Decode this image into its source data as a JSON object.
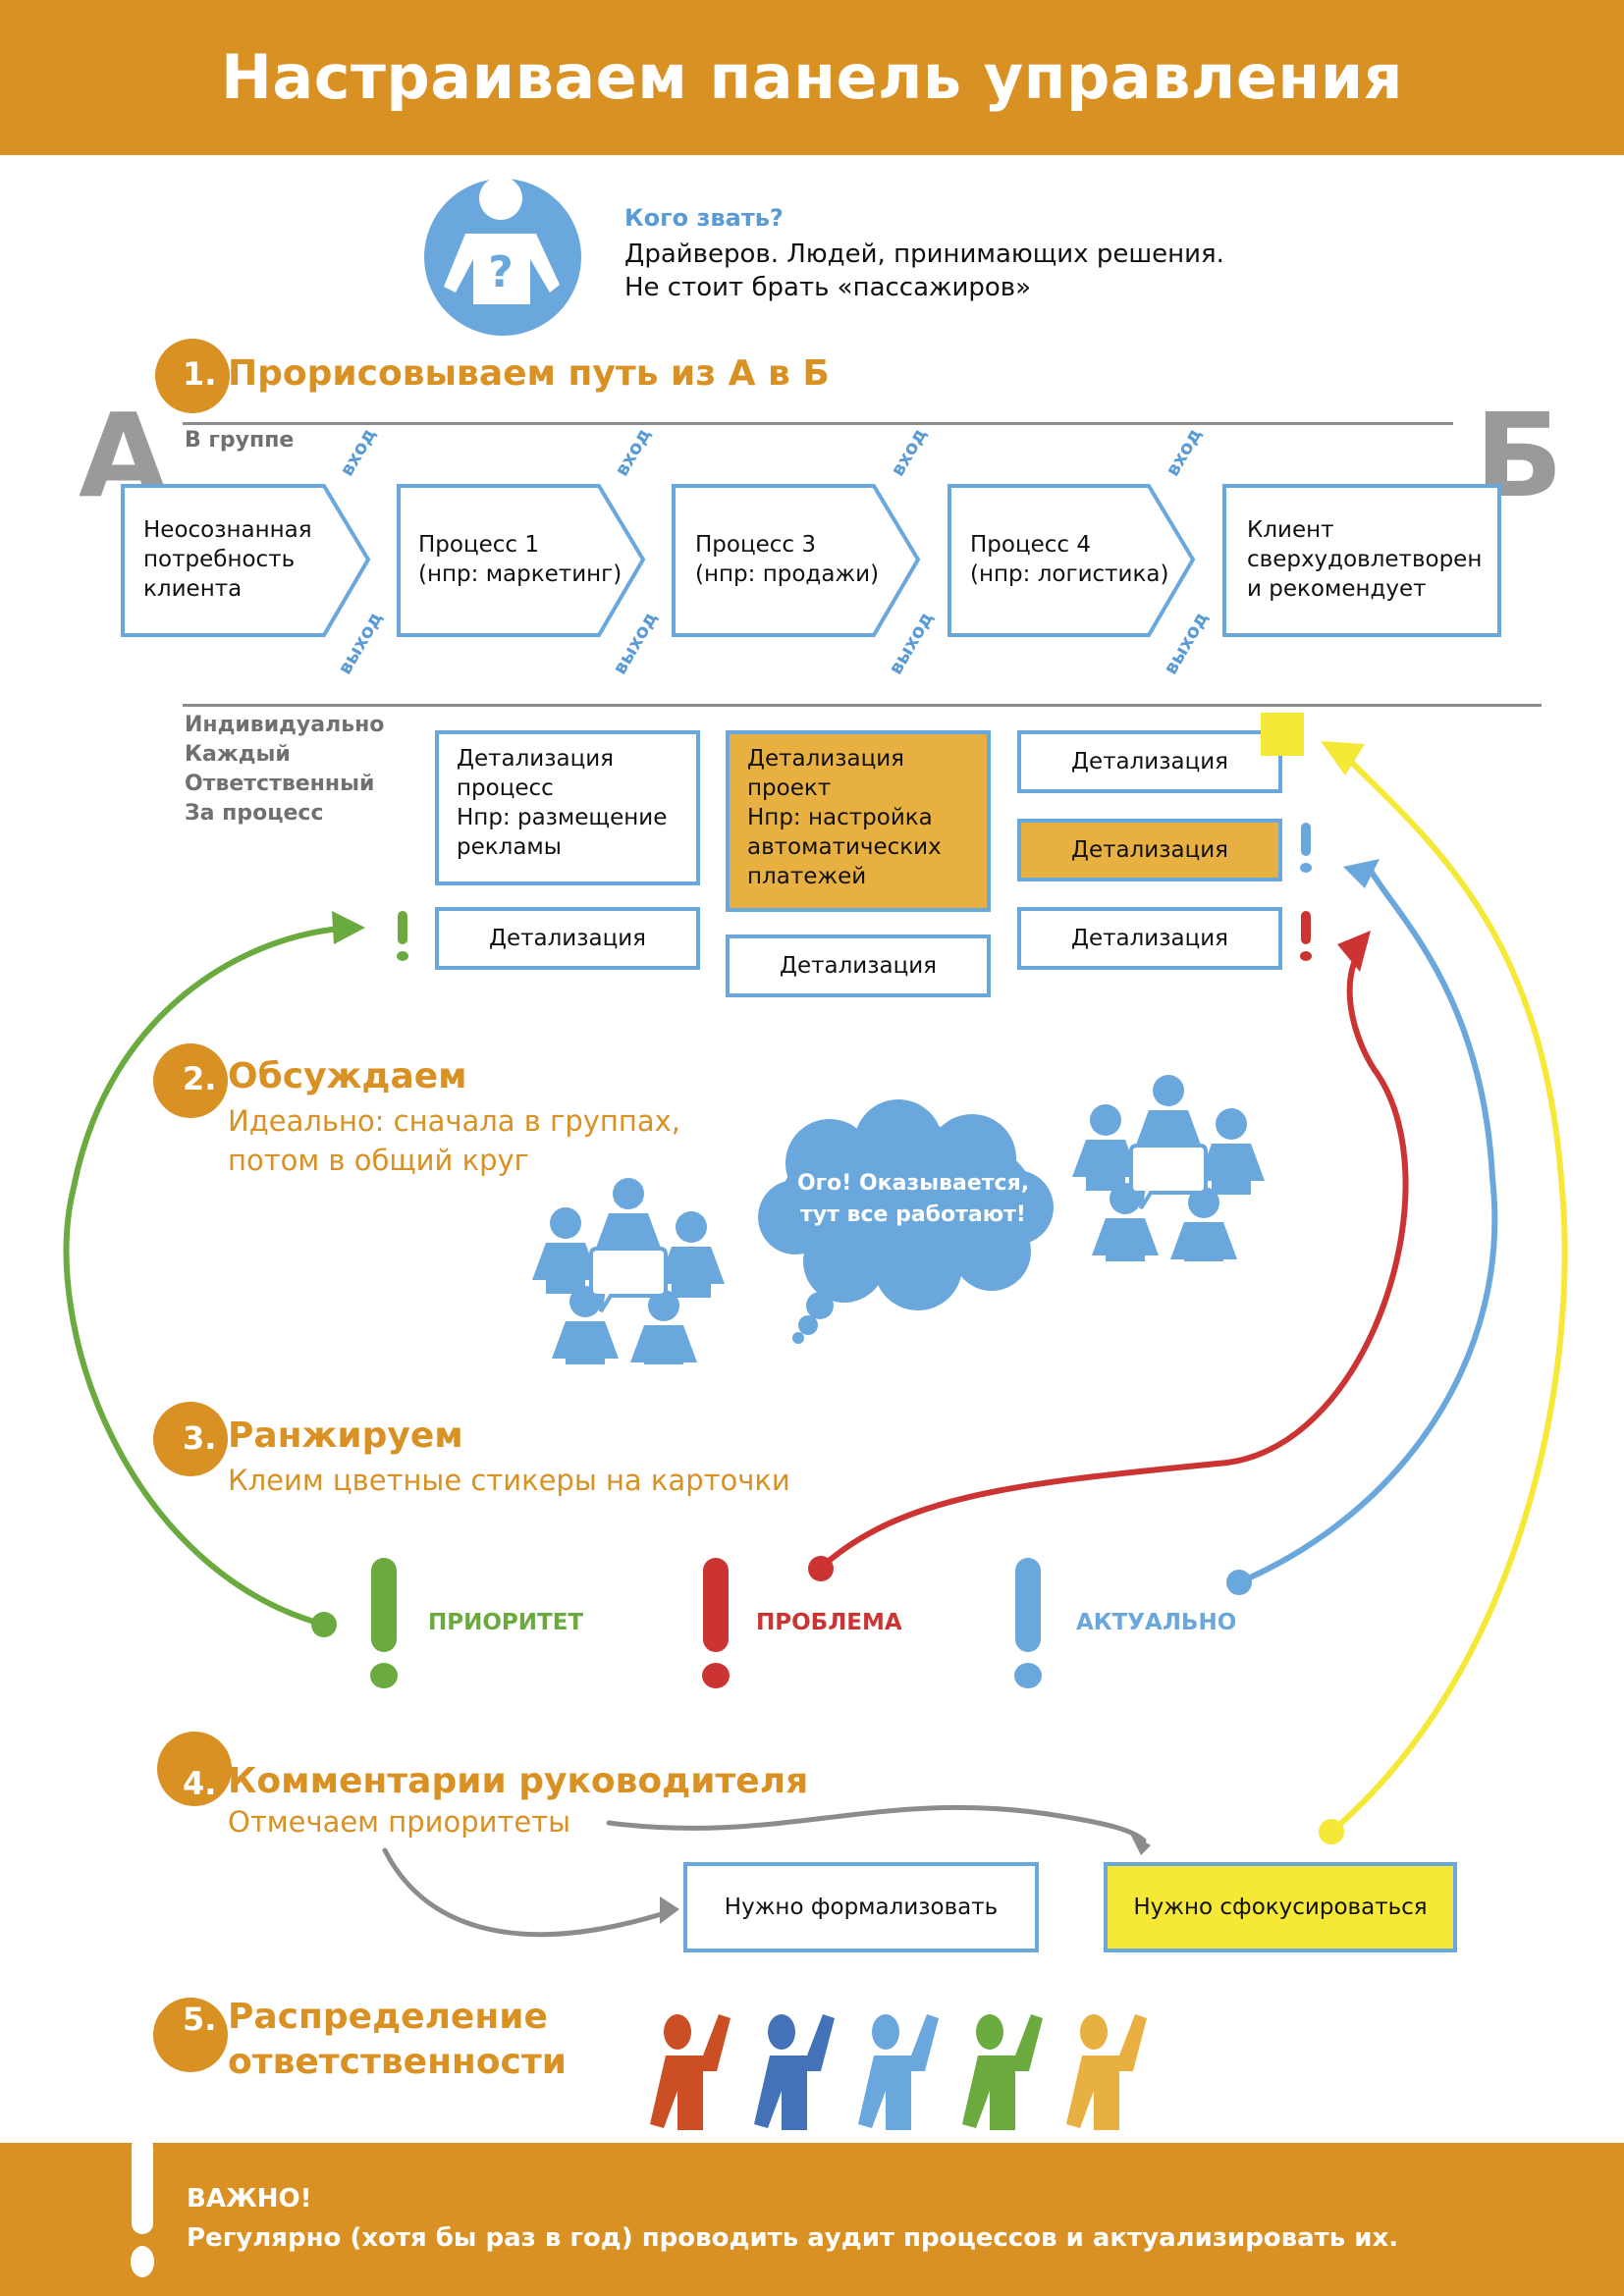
{
  "header": {
    "title": "Настраиваем панель управления"
  },
  "who": {
    "question": "Кого звать?",
    "lines": [
      "Драйверов. Людей, принимающих решения.",
      "Не  стоит брать «пассажиров»"
    ]
  },
  "steps": [
    {
      "number": "1.",
      "title": "Прорисовываем путь из А в Б",
      "subtitle": []
    },
    {
      "number": "2.",
      "title": "Обсуждаем",
      "subtitle": [
        "Идеально: сначала в группах,",
        "потом в общий круг"
      ]
    },
    {
      "number": "3.",
      "title": "Ранжируем",
      "subtitle": [
        "Клеим цветные стикеры на карточки"
      ]
    },
    {
      "number": "4.",
      "title": "Комментарии руководителя",
      "subtitle": [
        "Отмечаем приоритеты"
      ]
    },
    {
      "number": "5.",
      "title": "Распределение",
      "title2": "ответственности",
      "subtitle": []
    }
  ],
  "path": {
    "start_letter": "А",
    "end_letter": "Б",
    "group_label": "В группе",
    "input_label": "вход",
    "output_label": "выход",
    "processes": [
      [
        "Неосознанная",
        "потребность",
        "клиента"
      ],
      [
        "Процесс 1",
        "(нпр: маркетинг)"
      ],
      [
        "Процесс 3",
        "(нпр: продажи)"
      ],
      [
        "Процесс 4",
        "(нпр: логистика)"
      ],
      [
        "Клиент",
        "сверхудовлетворен",
        "и рекомендует"
      ]
    ]
  },
  "individual": {
    "label_lines": [
      "Индивидуально",
      "Каждый",
      "Ответственный",
      "За процесс"
    ],
    "cards": {
      "col1_main": [
        "Детализация",
        "процесс",
        "Нпр: размещение",
        "рекламы"
      ],
      "col1_small": "Детализация",
      "col2_main": [
        "Детализация",
        "проект",
        "Нпр: настройка",
        "автоматических",
        "платежей"
      ],
      "col2_small": "Детализация",
      "col3": [
        "Детализация",
        "Детализация",
        "Детализация"
      ]
    }
  },
  "discussion": {
    "cloud_lines": [
      "Ого! Оказывается,",
      "тут все работают!"
    ]
  },
  "stickers": [
    {
      "label": "ПРИОРИТЕТ",
      "color": "#6aaa3f"
    },
    {
      "label": "ПРОБЛЕМА",
      "color": "#cc3333"
    },
    {
      "label": "АКТУАЛЬНО",
      "color": "#6aa7dd"
    }
  ],
  "manager": {
    "formalize": "Нужно формализовать",
    "focus": "Нужно сфокусироваться"
  },
  "responsibility": {
    "people_colors": [
      "#cc4e24",
      "#4472b8",
      "#6aa7dd",
      "#6aaa3f",
      "#e8b040"
    ]
  },
  "footer": {
    "title": "ВАЖНО!",
    "text": "Регулярно (хотя бы раз в год) проводить аудит процессов и актуализировать их."
  },
  "colors": {
    "brand_orange": "#d99124",
    "blue": "#6aa7dd",
    "green": "#6aaa3f",
    "red": "#cc3333",
    "yellow": "#f5e836",
    "gray": "#8c8c8c"
  }
}
